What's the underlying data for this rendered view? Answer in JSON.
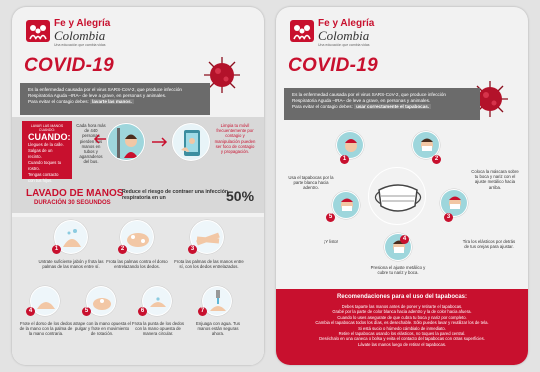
{
  "brand": {
    "name": "Fe y Alegría",
    "country": "Colombia",
    "tagline": "Una educación que cambia vidas"
  },
  "left": {
    "title": "COVID-19",
    "intro": "Es la enfermedad causada por el virus SARS-CoV-2, que produce infección Respiratoria Aguda –IRA– de leve a grave, en personas y animales.",
    "intro_tip_pre": "Para evitar el contagio debes:",
    "intro_tip": "lavarte las manos.",
    "when_small": "LAVAR LAS MANOS CUANDO:",
    "when_title": "CUANDO:",
    "when_items": [
      "Llegues de la calle.",
      "Salgas de un recinto.",
      "Cuando toques tu rostro.",
      "Tengas contacto con tus hijos."
    ],
    "each_hour": "Cada hora más de 440 personas pierden sus manos en tubos y agarraderos del bus.",
    "clean_phone": "Limpia tu móvil frecuentemente por contagio y manipulación pueden ser foco de contagio y propagación.",
    "wash_title": "LAVADO DE MANOS",
    "wash_sub": "DURACIÓN 30 SEGUNDOS",
    "reduce": "Reduce el riesgo de contraer una infección respiratoria en un",
    "reduce_pct": "50%",
    "steps": [
      {
        "n": "1",
        "text": "Untrate suficiente jabón y frota las palmas de las manos entre sí."
      },
      {
        "n": "2",
        "text": "Frota las palmas contra el dorso entrelazando los dedos."
      },
      {
        "n": "3",
        "text": "Frota las palmas de las manos entre sí, con los dedos entrelazados."
      },
      {
        "n": "4",
        "text": "Frote el dorso de los dedos de la mano con la palma de la mano contraria."
      },
      {
        "n": "5",
        "text": "atrape con la mano opuesta el pulgar y frote en movimiento de rotación."
      },
      {
        "n": "6",
        "text": "Frota la punta de los dedos con la mano opuesta de manera circular."
      },
      {
        "n": "7",
        "text": "Enjuaga con agua. Tus manos están seguras ahora."
      }
    ]
  },
  "right": {
    "title": "COVID-19",
    "intro": "Es la enfermedad causada por el virus SARS-CoV-2, que produce infección Respiratoria Aguda –IRA– de leve a grave, en personas y animales.",
    "intro_tip_pre": "Para evitar el contagio debes:",
    "intro_tip": "usar correctamente el tapabocas.",
    "mask_steps": [
      {
        "n": "1",
        "text": "Usa el tapabocas por la parte blanca hacia adentro."
      },
      {
        "n": "2",
        "text": "Coloca la máscara sobre tu boca y nariz con el ajuste metálico hacia arriba."
      },
      {
        "n": "3",
        "text": "Tira los elásticos por detrás de tus orejas para ajustar."
      },
      {
        "n": "4",
        "text": "Presiona el ajuste metálico y cubre tu nariz y boca."
      },
      {
        "n": "5",
        "text": "¡Y listo!"
      }
    ],
    "rec_title": "Recomendaciones para el uso del tapabocas:",
    "rec_items": [
      "Debes taparte las manos antes de poner y retirarte el tapabocas.",
      "Grabé por la parte de color blanca hacia adentro y la de color hacia afuera.",
      "Cuando lo uses asegurate de que cubra tu boca y nariz por completo.",
      "Cambia el tapabocas todos los días, es desechable. Sólo puedes lavar y reutilizar los de tela.",
      "Si está sucio o húmedo cámbialo de inmediato.",
      "Retire el tapabocas usando los elásticos, no toques la pared central.",
      "Deséchalo en una caneca o bolsa y evita el contacto del tapabocas con otras superficies.",
      "Lávate las manos luego de retirar el tapabocas."
    ]
  },
  "colors": {
    "accent": "#c8102e",
    "gray": "#6b6b6b",
    "bg": "#f2f2f2"
  }
}
